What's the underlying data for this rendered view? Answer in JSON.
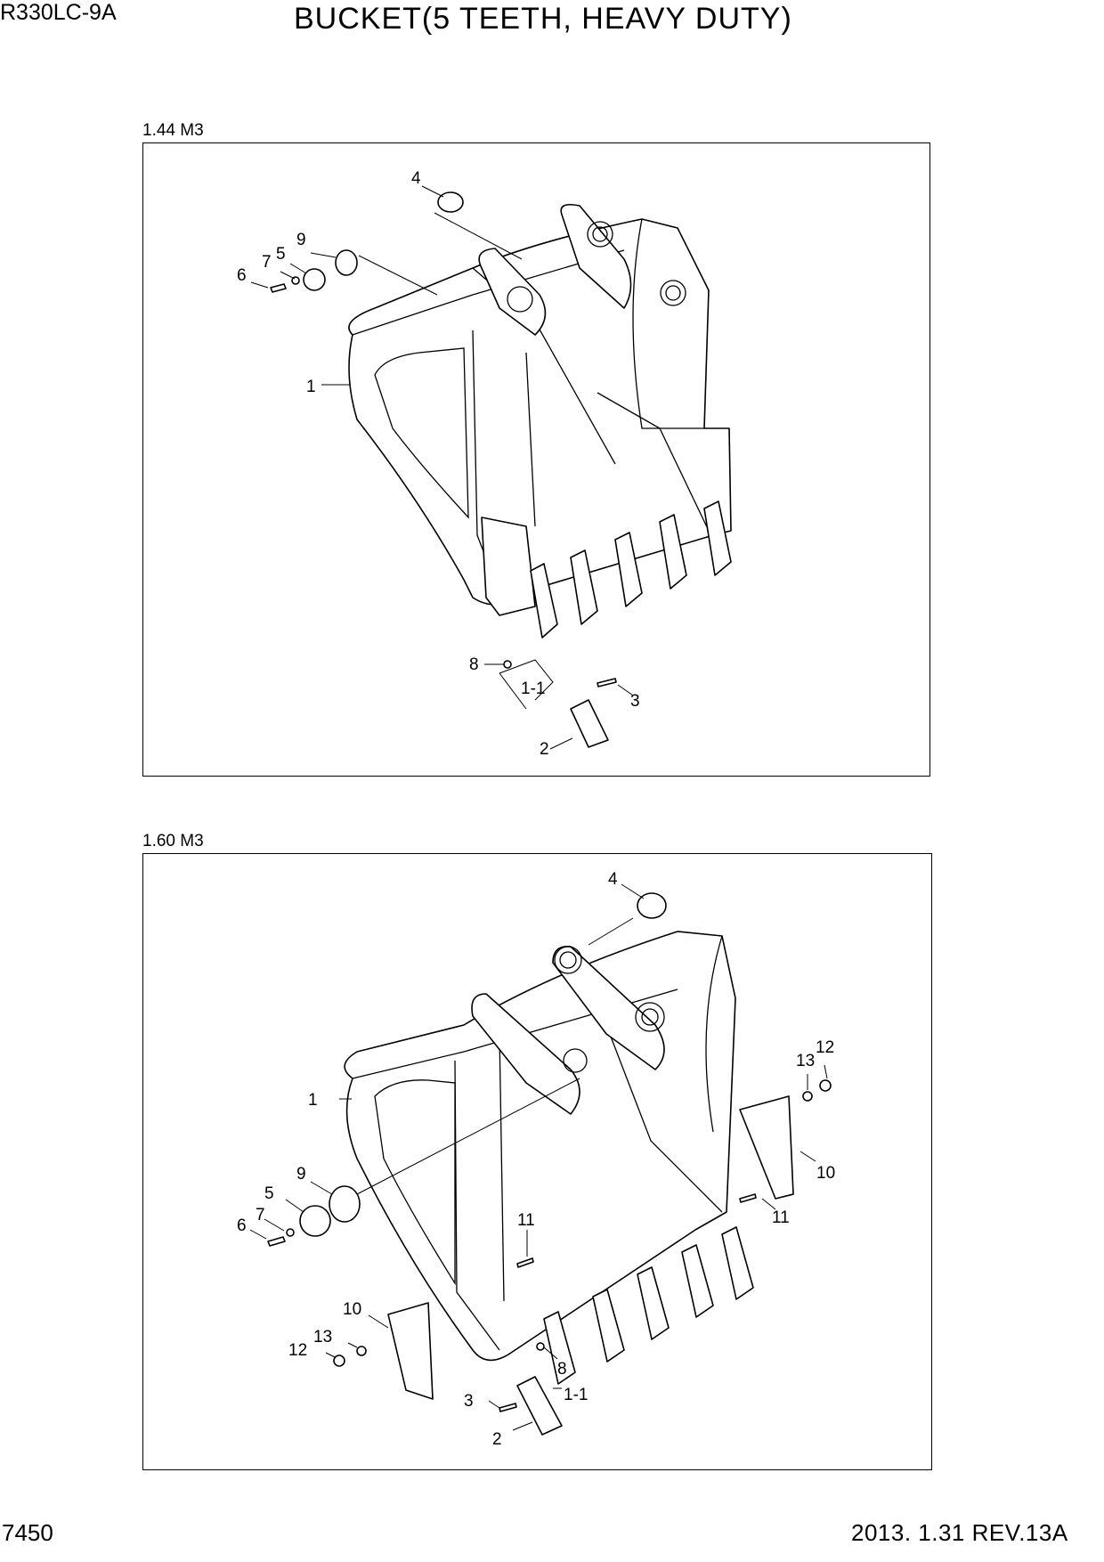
{
  "header": {
    "model": "R330LC-9A",
    "title": "BUCKET(5 TEETH, HEAVY DUTY)"
  },
  "diagrams": [
    {
      "caption": "1.44 M3",
      "callouts": [
        "4",
        "9",
        "7",
        "5",
        "6",
        "1",
        "8",
        "1-1",
        "3",
        "2"
      ]
    },
    {
      "caption": "1.60 M3",
      "callouts": [
        "4",
        "13",
        "12",
        "1",
        "10",
        "9",
        "5",
        "7",
        "6",
        "11",
        "11",
        "10",
        "13",
        "12",
        "8",
        "3",
        "1-1",
        "2"
      ]
    }
  ],
  "footer": {
    "page": "7450",
    "revision": "2013. 1.31  REV.13A"
  }
}
